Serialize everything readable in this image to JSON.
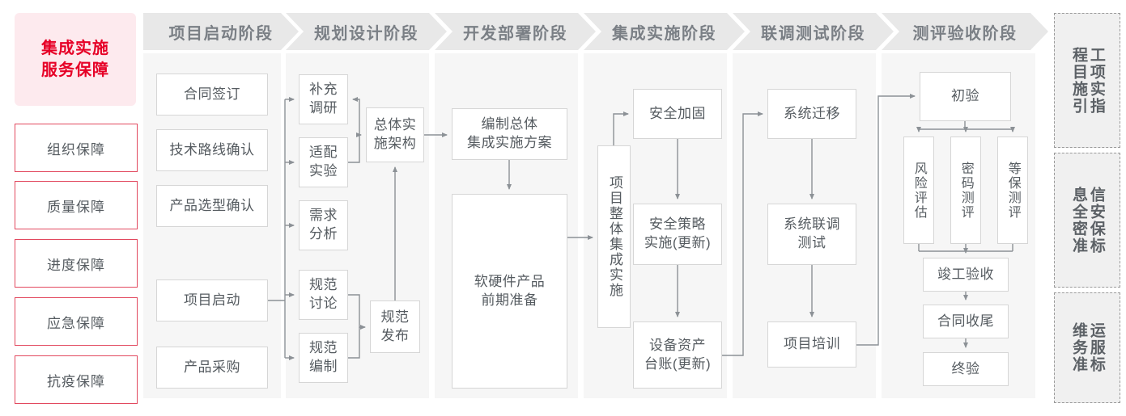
{
  "diagram": {
    "title": "集成实施服务保障",
    "accent_red": "#e60026",
    "accent_red_border": "#e2495f",
    "hero_bg": "#fdeaee",
    "column_bg": "#f6f6f6",
    "header_bg": "#e8e8e8",
    "node_border": "#d6d6d6",
    "text_color": "#555b60"
  },
  "guarantees": {
    "hero_label": "集成实施\n服务保障",
    "hero_line1": "集成实施",
    "hero_line2": "服务保障",
    "items": [
      {
        "label": "组织保障"
      },
      {
        "label": "质量保障"
      },
      {
        "label": "进度保障"
      },
      {
        "label": "应急保障"
      },
      {
        "label": "抗疫保障"
      }
    ]
  },
  "phases": [
    {
      "id": "startup",
      "header": "项目启动阶段",
      "nodes": [
        {
          "id": "contract-sign",
          "label": "合同签订"
        },
        {
          "id": "tech-route",
          "label": "技术路线确认"
        },
        {
          "id": "product-select",
          "label": "产品选型确认"
        },
        {
          "id": "project-kickoff",
          "label": "项目启动"
        },
        {
          "id": "product-purchase",
          "label": "产品采购"
        }
      ]
    },
    {
      "id": "planning",
      "header": "规划设计阶段",
      "nodes": [
        {
          "id": "supplement-research",
          "label": "补充\n调研",
          "l1": "补充",
          "l2": "调研"
        },
        {
          "id": "adaptation-test",
          "label": "适配\n实验",
          "l1": "适配",
          "l2": "实验"
        },
        {
          "id": "requirement-analysis",
          "label": "需求\n分析",
          "l1": "需求",
          "l2": "分析"
        },
        {
          "id": "spec-discussion",
          "label": "规范\n讨论",
          "l1": "规范",
          "l2": "讨论"
        },
        {
          "id": "spec-drafting",
          "label": "规范\n编制",
          "l1": "规范",
          "l2": "编制"
        },
        {
          "id": "overall-architecture",
          "label": "总体实\n施架构",
          "l1": "总体实",
          "l2": "施架构"
        },
        {
          "id": "spec-release",
          "label": "规范\n发布",
          "l1": "规范",
          "l2": "发布"
        }
      ]
    },
    {
      "id": "development",
      "header": "开发部署阶段",
      "nodes": [
        {
          "id": "draft-overall-plan",
          "label": "编制总体\n集成实施方案",
          "l1": "编制总体",
          "l2": "集成实施方案"
        },
        {
          "id": "hw-sw-preparation",
          "label": "软硬件产品\n前期准备",
          "l1": "软硬件产品",
          "l2": "前期准备"
        }
      ]
    },
    {
      "id": "integration",
      "header": "集成实施阶段",
      "nodes": [
        {
          "id": "overall-integration",
          "label": "项目整体集成实施"
        },
        {
          "id": "security-hardening",
          "label": "安全加固"
        },
        {
          "id": "security-policy",
          "label": "安全策略\n实施(更新)",
          "l1": "安全策略",
          "l2": "实施(更新)"
        },
        {
          "id": "asset-ledger",
          "label": "设备资产\n台账(更新)",
          "l1": "设备资产",
          "l2": "台账(更新)"
        }
      ]
    },
    {
      "id": "joint-test",
      "header": "联调测试阶段",
      "nodes": [
        {
          "id": "system-migration",
          "label": "系统迁移"
        },
        {
          "id": "joint-debug-test",
          "label": "系统联调\n测试",
          "l1": "系统联调",
          "l2": "测试"
        },
        {
          "id": "project-training",
          "label": "项目培训"
        }
      ]
    },
    {
      "id": "acceptance",
      "header": "测评验收阶段",
      "nodes": [
        {
          "id": "initial-acceptance",
          "label": "初验"
        },
        {
          "id": "risk-assessment",
          "label": "风险评估"
        },
        {
          "id": "crypto-evaluation",
          "label": "密码测评"
        },
        {
          "id": "mlps-evaluation",
          "label": "等保测评"
        },
        {
          "id": "completion-acceptance",
          "label": "竣工验收"
        },
        {
          "id": "contract-closeout",
          "label": "合同收尾"
        },
        {
          "id": "final-acceptance",
          "label": "终验"
        }
      ]
    }
  ],
  "standards": [
    {
      "id": "engineering-guideline",
      "label": "工程项目实施指引",
      "right": "程目施引",
      "left": "工项实指"
    },
    {
      "id": "infosec-standard",
      "label": "信息安全保密标准",
      "right": "息全密准",
      "left": "信安保标"
    },
    {
      "id": "ops-service-standard",
      "label": "运维服务标准",
      "right": "维务准",
      "left": "运服标"
    }
  ]
}
